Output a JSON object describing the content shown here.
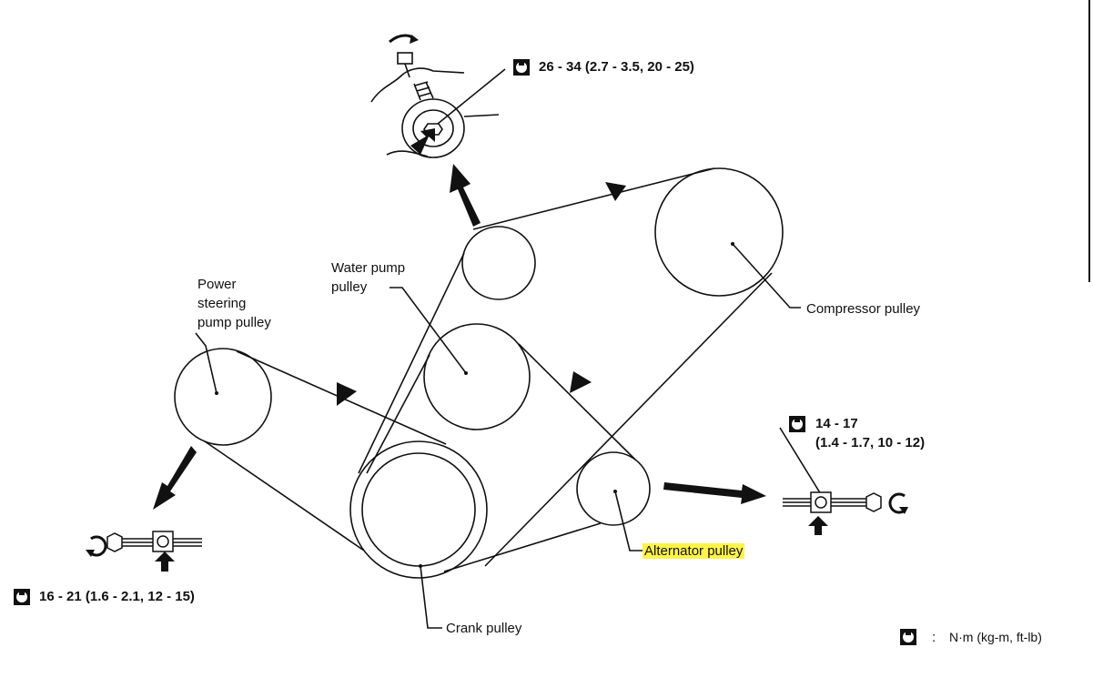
{
  "labels": {
    "power_steering": [
      "Power",
      "steering",
      "pump pulley"
    ],
    "water_pump": [
      "Water pump",
      "pulley"
    ],
    "compressor": "Compressor  pulley",
    "alternator": "Alternator pulley",
    "crank": "Crank pulley"
  },
  "torque": {
    "top": "26 - 34 (2.7 - 3.5, 20 - 25)",
    "right_line1": "14 - 17",
    "right_line2": "(1.4 - 1.7, 10 - 12)",
    "left": "16 - 21 (1.6 - 2.1, 12 - 15)"
  },
  "legend": {
    "separator": ":",
    "units": "N·m (kg-m, ft-lb)"
  },
  "icons": {
    "torque": "wrench-torque-icon",
    "rotate": "rotate-arrow-icon"
  },
  "colors": {
    "line": "#111111",
    "highlight": "#fff34a"
  }
}
